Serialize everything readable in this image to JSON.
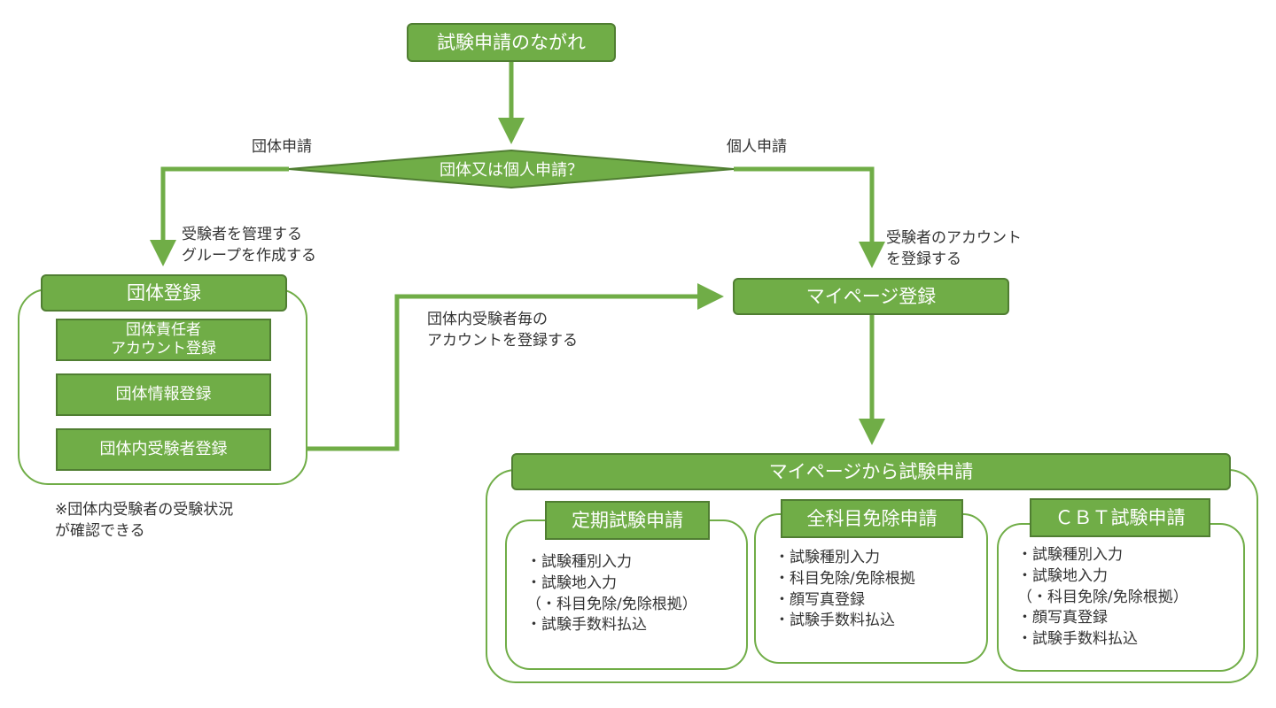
{
  "title": "試験申請のながれ",
  "decision": {
    "label": "団体又は個人申請？",
    "left_label": "団体申請",
    "right_label": "個人申請"
  },
  "group": {
    "edge_label": "受験者を管理する\nグループを作成する",
    "header": "団体登録",
    "steps": [
      "団体責任者\nアカウント登録",
      "団体情報登録",
      "団体内受験者登録"
    ],
    "footnote": "※団体内受験者の受験状況\nが確認できる",
    "to_mypage_label": "団体内受験者毎の\nアカウントを登録する"
  },
  "individual": {
    "edge_label": "受験者のアカウント\nを登録する"
  },
  "mypage": {
    "header": "マイページ登録"
  },
  "apply": {
    "header": "マイページから試験申請",
    "panels": [
      {
        "title": "定期試験申請",
        "items": [
          "・試験種別入力",
          "・試験地入力",
          "（・科目免除/免除根拠）",
          "・試験手数料払込"
        ]
      },
      {
        "title": "全科目免除申請",
        "items": [
          "・試験種別入力",
          "・科目免除/免除根拠",
          "・顔写真登録",
          "・試験手数料払込"
        ]
      },
      {
        "title": "ＣＢＴ試験申請",
        "items": [
          "・試験種別入力",
          "・試験地入力",
          "（・科目免除/免除根拠）",
          "・顔写真登録",
          "・試験手数料払込"
        ]
      }
    ]
  },
  "colors": {
    "fill": "#70ad47",
    "border": "#507e32",
    "text_on_fill": "#ffffff",
    "text": "#333333"
  }
}
